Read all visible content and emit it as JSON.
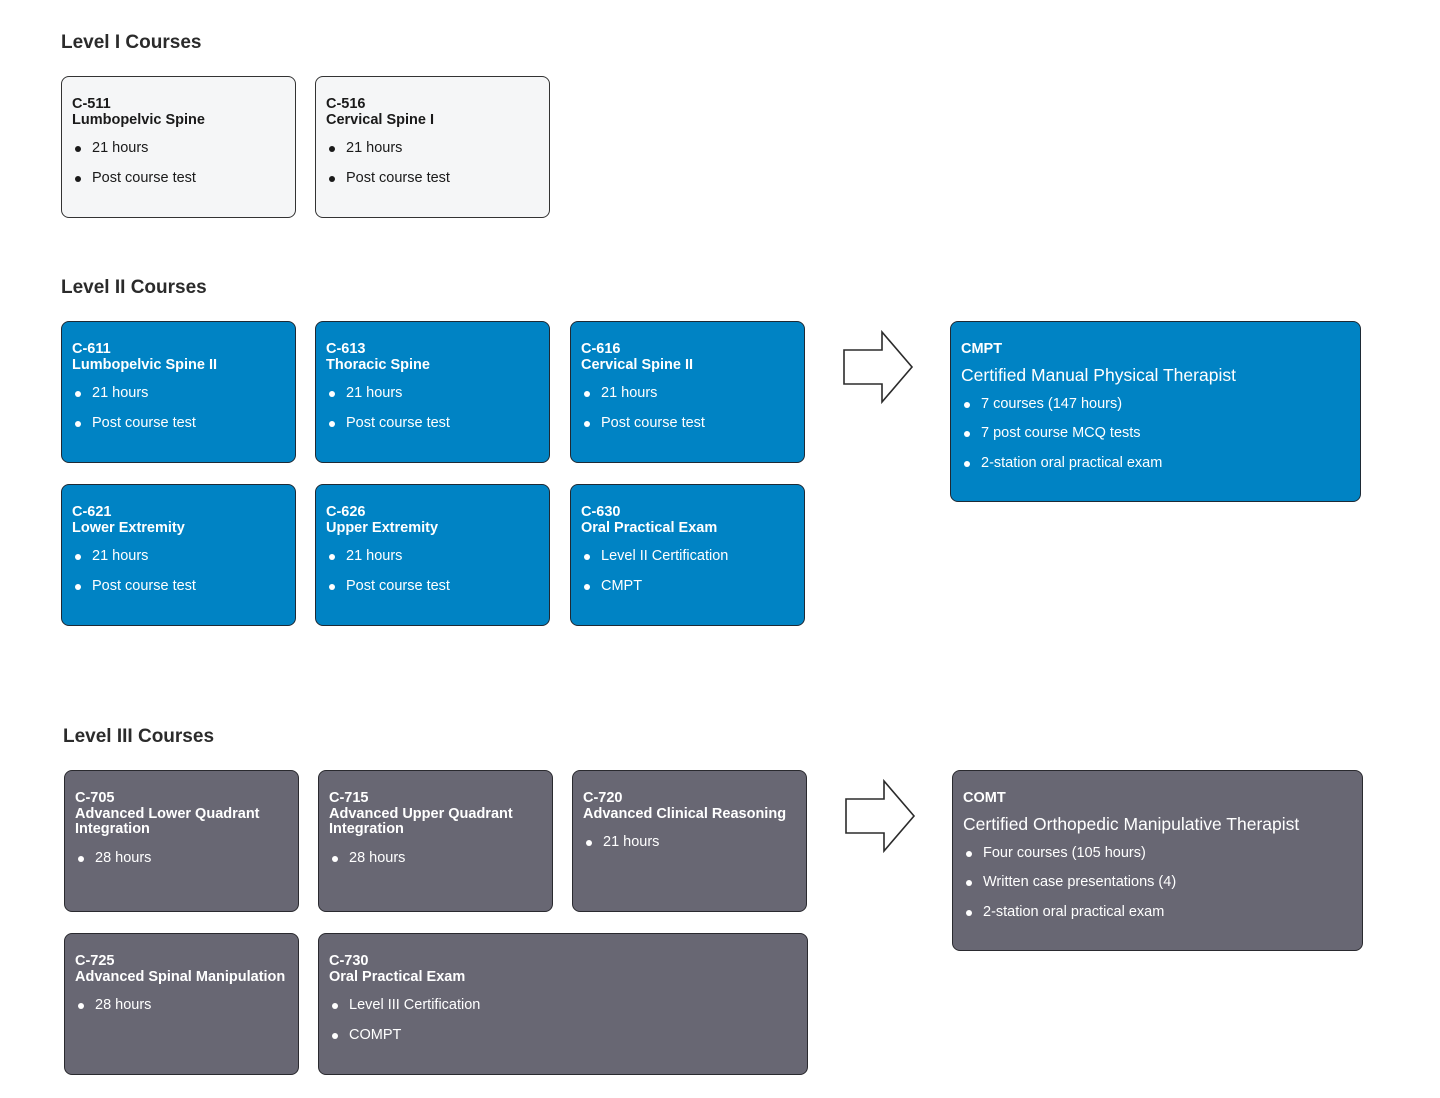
{
  "level1": {
    "heading": "Level I Courses",
    "courses": [
      {
        "code": "C-511",
        "title": "Lumbopelvic Spine",
        "points": [
          "21 hours",
          "Post course test"
        ]
      },
      {
        "code": "C-516",
        "title": "Cervical Spine I",
        "points": [
          "21 hours",
          "Post course test"
        ]
      }
    ]
  },
  "level2": {
    "heading": "Level II Courses",
    "courses": [
      {
        "code": "C-611",
        "title": "Lumbopelvic Spine II",
        "points": [
          "21 hours",
          "Post course test"
        ]
      },
      {
        "code": "C-613",
        "title": "Thoracic Spine",
        "points": [
          "21 hours",
          "Post course test"
        ]
      },
      {
        "code": "C-616",
        "title": "Cervical Spine II",
        "points": [
          "21 hours",
          "Post course test"
        ]
      },
      {
        "code": "C-621",
        "title": "Lower Extremity",
        "points": [
          "21 hours",
          "Post course test"
        ]
      },
      {
        "code": "C-626",
        "title": "Upper Extremity",
        "points": [
          "21 hours",
          "Post course test"
        ]
      },
      {
        "code": "C-630",
        "title": "Oral Practical Exam",
        "points": [
          "Level II Certification",
          "CMPT"
        ]
      }
    ],
    "certification": {
      "code": "CMPT",
      "title": "Certified Manual Physical Therapist",
      "points": [
        "7 courses (147 hours)",
        "7 post course MCQ tests",
        "2-station oral practical exam"
      ]
    }
  },
  "level3": {
    "heading": "Level III Courses",
    "courses": [
      {
        "code": "C-705",
        "title": "Advanced Lower Quadrant Integration",
        "points": [
          "28 hours"
        ]
      },
      {
        "code": "C-715",
        "title": "Advanced Upper Quadrant Integration",
        "points": [
          "28 hours"
        ]
      },
      {
        "code": "C-720",
        "title": "Advanced Clinical Reasoning",
        "points": [
          "21 hours"
        ]
      },
      {
        "code": "C-725",
        "title": "Advanced Spinal Manipulation",
        "points": [
          "28 hours"
        ]
      },
      {
        "code": "C-730",
        "title": "Oral Practical Exam",
        "points": [
          "Level III Certification",
          "COMPT"
        ]
      }
    ],
    "certification": {
      "code": "COMT",
      "title": "Certified Orthopedic Manipulative Therapist",
      "points": [
        "Four courses (105 hours)",
        "Written case presentations (4)",
        "2-station oral practical exam"
      ]
    }
  },
  "colors": {
    "level1_fill": "#f5f6f7",
    "level2_fill": "#0083c4",
    "level3_fill": "#686773",
    "border": "#333333"
  },
  "icons": {
    "level2_arrow": "right-arrow-icon",
    "level3_arrow": "right-arrow-icon"
  }
}
